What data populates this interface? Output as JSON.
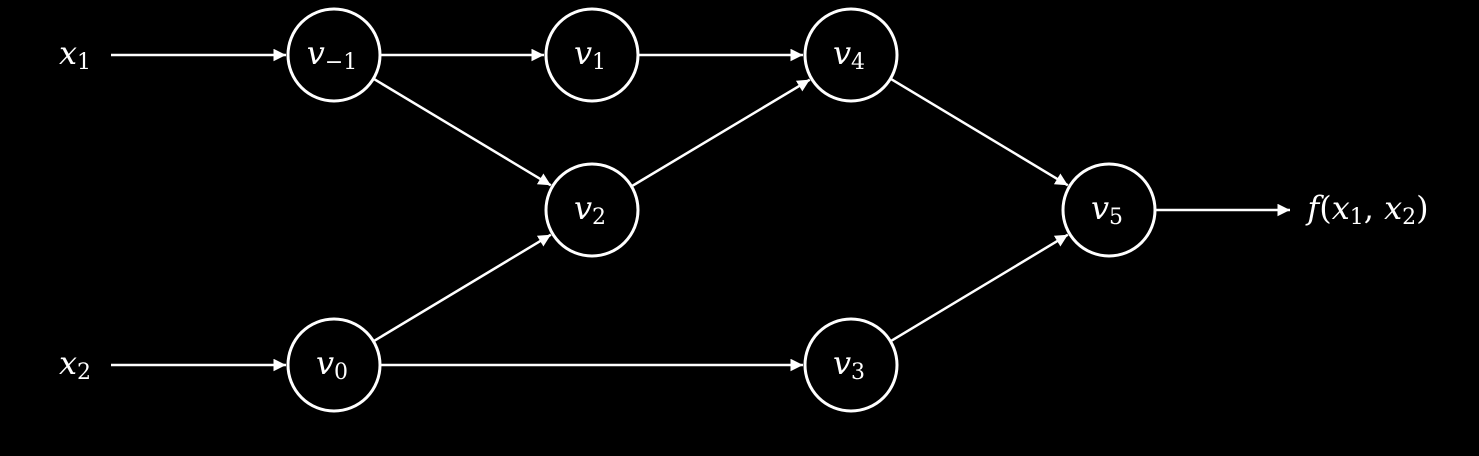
{
  "diagram": {
    "background": "#000000",
    "foreground": "#ffffff",
    "inputs": [
      {
        "id": "x1",
        "symbol": "x",
        "subscript": "1"
      },
      {
        "id": "x2",
        "symbol": "x",
        "subscript": "2"
      }
    ],
    "nodes": [
      {
        "id": "vm1",
        "symbol": "v",
        "subscript": "−1"
      },
      {
        "id": "v0",
        "symbol": "v",
        "subscript": "0"
      },
      {
        "id": "v1",
        "symbol": "v",
        "subscript": "1"
      },
      {
        "id": "v2",
        "symbol": "v",
        "subscript": "2"
      },
      {
        "id": "v3",
        "symbol": "v",
        "subscript": "3"
      },
      {
        "id": "v4",
        "symbol": "v",
        "subscript": "4"
      },
      {
        "id": "v5",
        "symbol": "v",
        "subscript": "5"
      }
    ],
    "output": {
      "id": "out",
      "prefix": "f(",
      "arg1": "x",
      "arg1_sub": "1",
      "separator": ", ",
      "arg2": "x",
      "arg2_sub": "2",
      "suffix": ")"
    },
    "edges": [
      {
        "from": "x1",
        "to": "vm1"
      },
      {
        "from": "x2",
        "to": "v0"
      },
      {
        "from": "vm1",
        "to": "v1"
      },
      {
        "from": "vm1",
        "to": "v2"
      },
      {
        "from": "v0",
        "to": "v2"
      },
      {
        "from": "v0",
        "to": "v3"
      },
      {
        "from": "v1",
        "to": "v4"
      },
      {
        "from": "v2",
        "to": "v4"
      },
      {
        "from": "v4",
        "to": "v5"
      },
      {
        "from": "v3",
        "to": "v5"
      },
      {
        "from": "v5",
        "to": "out"
      }
    ]
  }
}
